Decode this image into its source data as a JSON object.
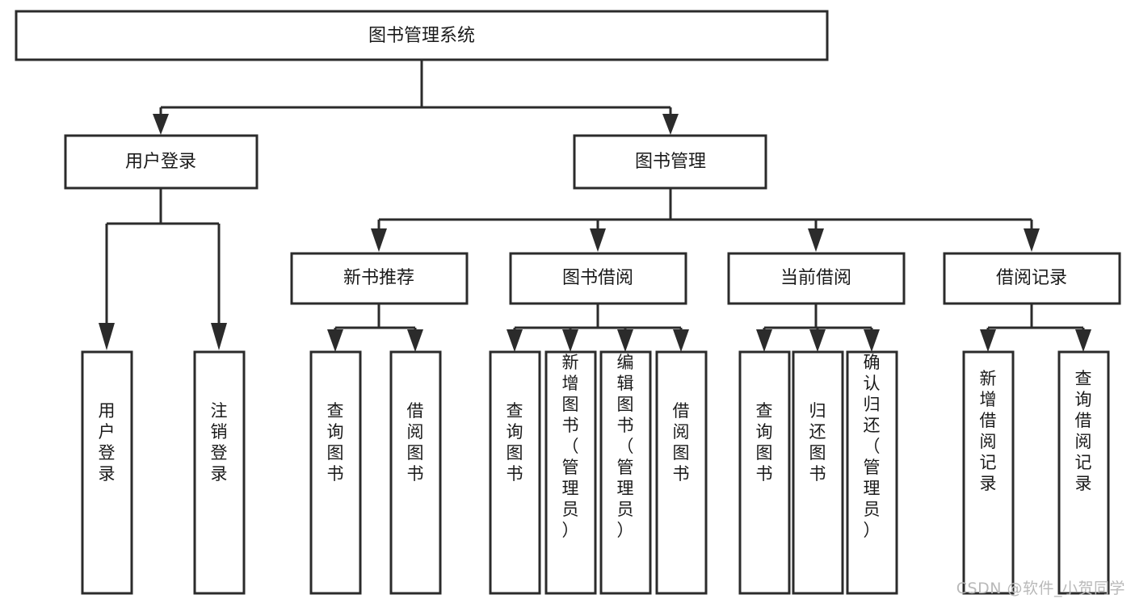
{
  "diagram": {
    "type": "tree-hierarchy-chart",
    "title": "图书管理系统",
    "watermark": "CSDN @软件_小贺同学",
    "colors": {
      "stroke": "#2b2b2b",
      "fill": "#ffffff",
      "text": "#1a1a1a",
      "watermark": "#b9b9b9"
    },
    "levels": [
      {
        "level": 1,
        "nodes": [
          {
            "id": "root",
            "label": "图书管理系统",
            "orientation": "horizontal"
          }
        ]
      },
      {
        "level": 2,
        "nodes": [
          {
            "id": "login",
            "label": "用户登录",
            "orientation": "horizontal",
            "parent": "root"
          },
          {
            "id": "bookmgmt",
            "label": "图书管理",
            "orientation": "horizontal",
            "parent": "root"
          }
        ]
      },
      {
        "level": 3,
        "nodes": [
          {
            "id": "newbook",
            "label": "新书推荐",
            "orientation": "horizontal",
            "parent": "bookmgmt"
          },
          {
            "id": "borrow",
            "label": "图书借阅",
            "orientation": "horizontal",
            "parent": "bookmgmt"
          },
          {
            "id": "current",
            "label": "当前借阅",
            "orientation": "horizontal",
            "parent": "bookmgmt"
          },
          {
            "id": "records",
            "label": "借阅记录",
            "orientation": "horizontal",
            "parent": "bookmgmt"
          }
        ]
      },
      {
        "level": 4,
        "nodes": [
          {
            "id": "leaf-user-login",
            "label": "用户登录",
            "orientation": "vertical",
            "parent": "login"
          },
          {
            "id": "leaf-user-logout",
            "label": "注销登录",
            "orientation": "vertical",
            "parent": "login"
          },
          {
            "id": "leaf-query-book-1",
            "label": "查询图书",
            "orientation": "vertical",
            "parent": "newbook"
          },
          {
            "id": "leaf-borrow-book-1",
            "label": "借阅图书",
            "orientation": "vertical",
            "parent": "newbook"
          },
          {
            "id": "leaf-query-book-2",
            "label": "查询图书",
            "orientation": "vertical",
            "parent": "borrow"
          },
          {
            "id": "leaf-add-book",
            "label": "新增图书（管理员）",
            "orientation": "vertical",
            "parent": "borrow"
          },
          {
            "id": "leaf-edit-book",
            "label": "编辑图书（管理员）",
            "orientation": "vertical",
            "parent": "borrow"
          },
          {
            "id": "leaf-borrow-book-2",
            "label": "借阅图书",
            "orientation": "vertical",
            "parent": "borrow"
          },
          {
            "id": "leaf-query-book-3",
            "label": "查询图书",
            "orientation": "vertical",
            "parent": "current"
          },
          {
            "id": "leaf-return-book",
            "label": "归还图书",
            "orientation": "vertical",
            "parent": "current"
          },
          {
            "id": "leaf-confirm-return",
            "label": "确认归还（管理员）",
            "orientation": "vertical",
            "parent": "current"
          },
          {
            "id": "leaf-add-record",
            "label": "新增借阅记录",
            "orientation": "vertical",
            "parent": "records"
          },
          {
            "id": "leaf-query-record",
            "label": "查询借阅记录",
            "orientation": "vertical",
            "parent": "records"
          }
        ]
      }
    ]
  }
}
